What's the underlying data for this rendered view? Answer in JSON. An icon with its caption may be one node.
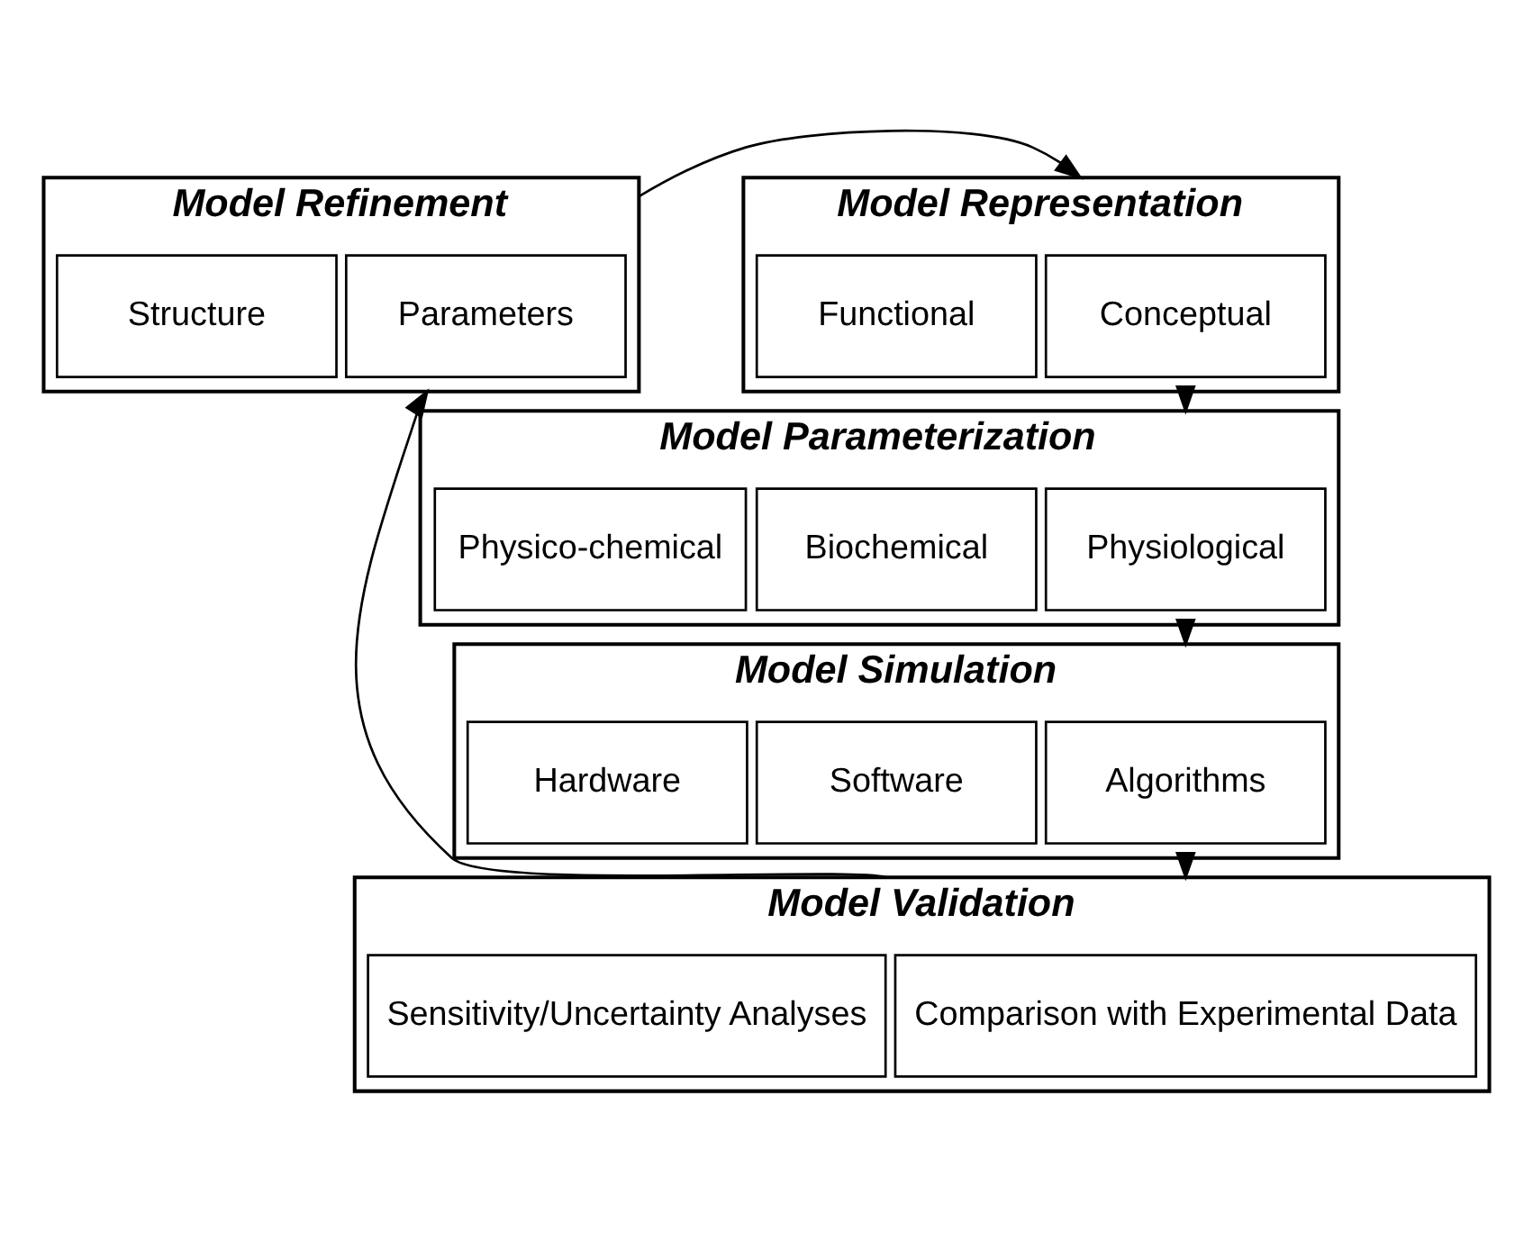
{
  "diagram": {
    "nodes": [
      {
        "text": [
          "Model Refinement"
        ]
      },
      {
        "text": [
          "Parameters"
        ],
        "in": 0
      },
      {
        "text": [
          "Structure"
        ],
        "in": 0
      },
      {
        "text": [
          "Model Representation"
        ]
      },
      {
        "text": [
          "Conceptual"
        ],
        "in": 3
      },
      {
        "text": [
          "Functional"
        ],
        "in": 3
      },
      {
        "text": [
          "Model Parameterization"
        ]
      },
      {
        "text": [
          "Physiological"
        ],
        "in": 6
      },
      {
        "text": [
          "Biochemical"
        ],
        "in": 6
      },
      {
        "text": [
          "Physico-chemical"
        ],
        "in": 6
      },
      {
        "text": [
          "Model Simulation"
        ]
      },
      {
        "text": [
          "Algorithms"
        ],
        "in": 10
      },
      {
        "text": [
          "Software"
        ],
        "in": 10
      },
      {
        "text": [
          "Hardware"
        ],
        "in": 10
      },
      {
        "text": [
          "Model Validation"
        ]
      },
      {
        "text": [
          "Comparison with Experimental Data"
        ],
        "in": 14
      },
      {
        "text": [
          "Sensitivity/Uncertainty Analyses"
        ],
        "in": 14
      }
    ],
    "edges": [
      {
        "from": 0,
        "to": 3,
        "arrow": "to"
      },
      {
        "from": 3,
        "to": 6,
        "arrow": "to"
      },
      {
        "from": 6,
        "to": 10,
        "arrow": "to"
      },
      {
        "from": 10,
        "to": 14,
        "arrow": "to"
      },
      {
        "from": 14,
        "to": 0,
        "arrow": "to"
      }
    ]
  }
}
